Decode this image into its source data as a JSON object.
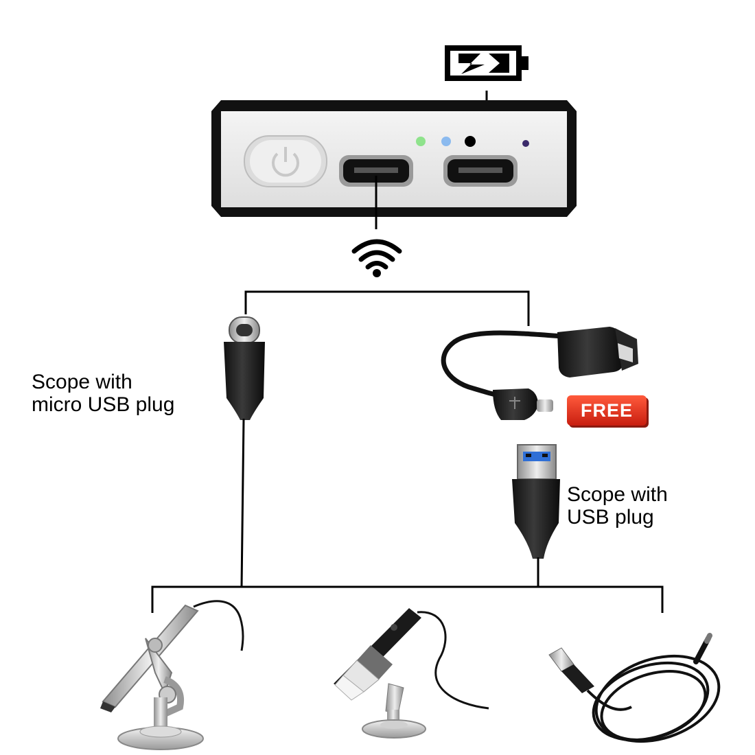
{
  "labels": {
    "micro_usb_scope": [
      "Scope with",
      "micro USB plug"
    ],
    "usb_scope": [
      "Scope with",
      "USB plug"
    ]
  },
  "badge": {
    "text": "FREE",
    "color": "#e8321e"
  },
  "icons": {
    "battery": "battery-charging-icon",
    "wifi": "wifi-icon",
    "power": "power-button-icon"
  },
  "colors": {
    "line": "#000000",
    "device_frame": "#111111",
    "device_face": "#ececec",
    "led_green": "#7ee07a",
    "led_blue": "#7fb4ee",
    "led_black": "#000000",
    "led_purple": "#3a2a6a",
    "usb_blue": "#2f6fd6",
    "metal": "#c9c9c9"
  }
}
